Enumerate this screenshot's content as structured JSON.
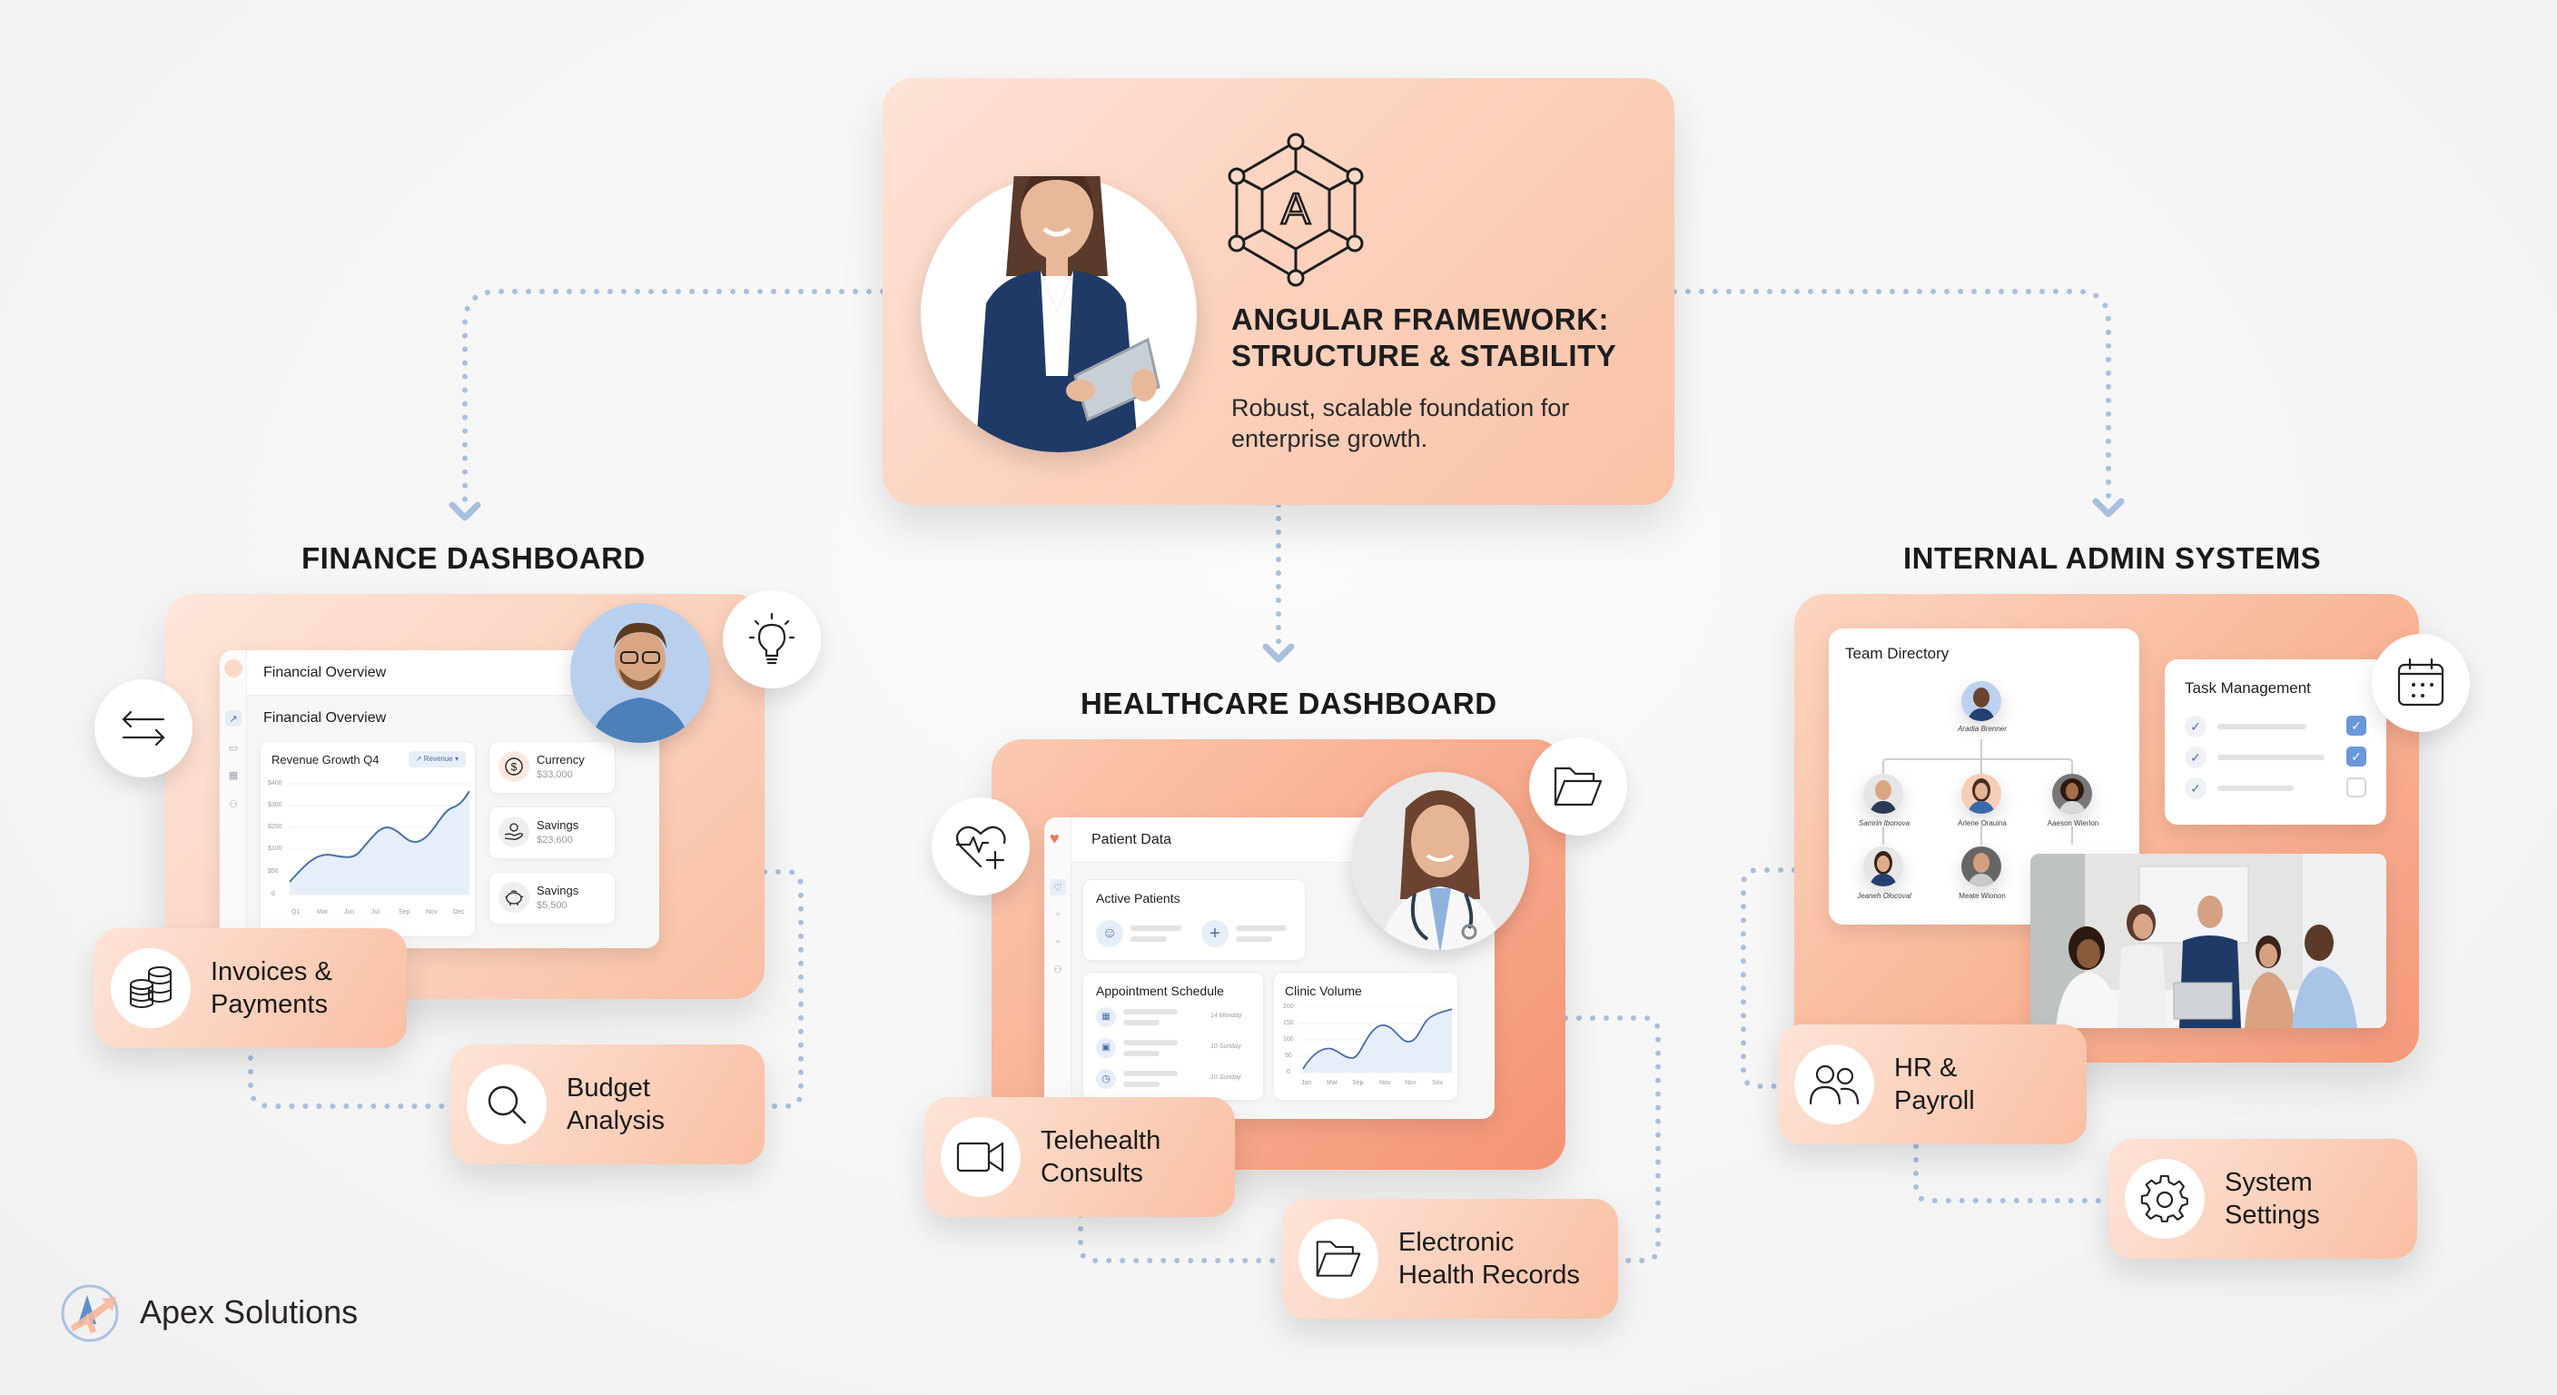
{
  "hero": {
    "title": "ANGULAR FRAMEWORK:\nSTRUCTURE & STABILITY",
    "subtitle": "Robust, scalable foundation for\nenterprise growth.",
    "logo_letter": "A",
    "icon": "angular-hexagon-network-icon"
  },
  "sections": {
    "finance": {
      "title": "FINANCE DASHBOARD",
      "window": {
        "topbar_title": "Financial Overview",
        "heading": "Financial Overview",
        "sidebar_icons": [
          "trend-icon",
          "card-icon",
          "grid-icon",
          "users-icon"
        ],
        "chart_card": {
          "title": "Revenue Growth Q4",
          "chip": "Revenue",
          "y_ticks": [
            "$400",
            "$300",
            "$200",
            "$100",
            "$50",
            "0"
          ],
          "x_ticks": [
            "Q1",
            "Mar",
            "Jun",
            "Jul",
            "Sep",
            "Nov",
            "Dec"
          ]
        },
        "metrics": [
          {
            "label": "Currency",
            "value": "$33,000",
            "icon": "dollar-coin-icon"
          },
          {
            "label": "Savings",
            "value": "$23,600",
            "icon": "hand-coin-icon"
          },
          {
            "label": "Savings",
            "value": "$5,500",
            "icon": "piggy-bank-icon"
          }
        ]
      },
      "floating_icons": [
        "transfer-arrows-icon",
        "lightbulb-icon"
      ],
      "features": [
        {
          "label": "Invoices &\nPayments",
          "icon": "coins-stack-icon"
        },
        {
          "label": "Budget\nAnalysis",
          "icon": "magnifier-icon"
        }
      ]
    },
    "healthcare": {
      "title": "HEALTHCARE DASHBOARD",
      "window": {
        "topbar_title": "Patient Data",
        "active_patients_title": "Active Patients",
        "appointment_title": "Appointment Schedule",
        "appointments": [
          {
            "date": "14 Monday",
            "icon": "calendar-grid-icon"
          },
          {
            "date": "10 Sunday",
            "icon": "calendar-icon"
          },
          {
            "date": "10 Sunday",
            "icon": "clock-icon"
          }
        ],
        "clinic_title": "Clinic Volume",
        "y_ticks": [
          "200",
          "150",
          "100",
          "50",
          "0"
        ],
        "x_ticks": [
          "Jan",
          "Mar",
          "Sep",
          "Nov",
          "Nov",
          "Sov"
        ]
      },
      "floating_icons": [
        "heart-pulse-plus-icon",
        "folder-open-icon"
      ],
      "features": [
        {
          "label": "Telehealth\nConsults",
          "icon": "video-camera-icon"
        },
        {
          "label": "Electronic\nHealth Records",
          "icon": "folder-icon"
        }
      ]
    },
    "admin": {
      "title": "INTERNAL ADMIN SYSTEMS",
      "team_directory": {
        "title": "Team Directory",
        "root": "Aradia Brenner",
        "level2": [
          "Samrin Ibonova",
          "Arlene Orauina",
          "Aaeson Wierlon"
        ],
        "level3": [
          "Jeaneh Olocoval",
          "Meate Wionon"
        ]
      },
      "task_management": {
        "title": "Task Management",
        "tasks": [
          {
            "done": true
          },
          {
            "done": true
          },
          {
            "done": false
          }
        ]
      },
      "floating_icons": [
        "calendar-icon"
      ],
      "features": [
        {
          "label": "HR &\nPayroll",
          "icon": "people-icon"
        },
        {
          "label": "System\nSettings",
          "icon": "gear-icon"
        }
      ]
    }
  },
  "brand": {
    "name": "Apex Solutions",
    "icon": "apex-logo-icon"
  },
  "colors": {
    "peach_light": "#fde3d6",
    "peach": "#fbcfb9",
    "coral": "#f59375",
    "connector": "#a9bfdf",
    "chart_line": "#4a6fa5",
    "chart_fill": "#e6eefa",
    "background": "#f7f7f7"
  },
  "chart_data": [
    {
      "type": "area",
      "title": "Revenue Growth Q4",
      "x": [
        "Q1",
        "Mar",
        "Jun",
        "Jul",
        "Sep",
        "Nov",
        "Dec"
      ],
      "series": [
        {
          "name": "Revenue",
          "values": [
            50,
            130,
            120,
            270,
            205,
            330,
            470
          ]
        }
      ],
      "ylim": [
        0,
        500
      ],
      "grid": true
    },
    {
      "type": "area",
      "title": "Clinic Volume",
      "x": [
        "Jan",
        "Mar",
        "Sep",
        "Nov",
        "Nov",
        "Sov"
      ],
      "series": [
        {
          "name": "Volume",
          "values": [
            10,
            70,
            45,
            145,
            92,
            178
          ]
        }
      ],
      "ylim": [
        0,
        200
      ],
      "grid": true
    }
  ]
}
